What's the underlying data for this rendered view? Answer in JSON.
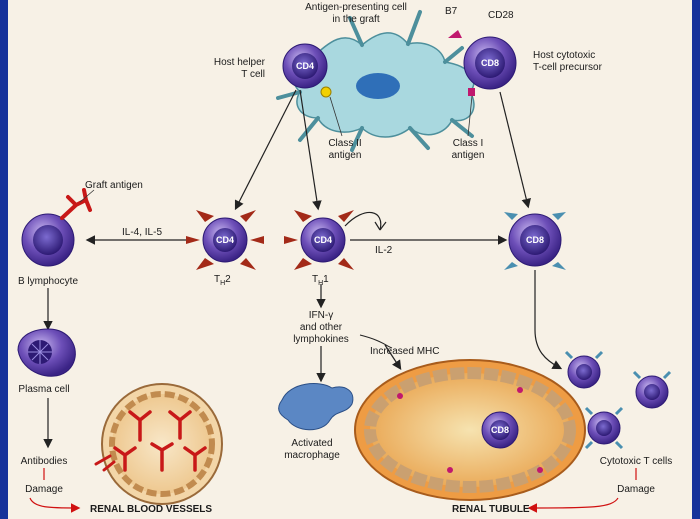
{
  "labels": {
    "apc": [
      "Antigen-presenting cell",
      "in the graft"
    ],
    "b7": "B7",
    "cd28": "CD28",
    "host_helper": [
      "Host helper",
      "T cell"
    ],
    "host_cytotoxic": [
      "Host cytotoxic",
      "T-cell precursor"
    ],
    "class2": [
      "Class II",
      "antigen"
    ],
    "class1": [
      "Class I",
      "antigen"
    ],
    "graft_antigen": "Graft antigen",
    "il4_il5": "IL-4, IL-5",
    "il2": "IL-2",
    "b_lymphocyte": "B lymphocyte",
    "th2_main": "T",
    "th2_sub": "H",
    "th2_tail": "2",
    "th1_main": "T",
    "th1_sub": "H",
    "th1_tail": "1",
    "ifn": [
      "IFN-γ",
      "and other",
      "lymphokines"
    ],
    "increased_mhc": "Increased MHC",
    "plasma_cell": "Plasma cell",
    "antibodies": "Antibodies",
    "damage_left": "Damage",
    "renal_blood_vessels": "RENAL BLOOD VESSELS",
    "activated_macrophage": [
      "Activated",
      "macrophage"
    ],
    "renal_tubule": "RENAL TUBULE",
    "cytotoxic_t_cells": "Cytotoxic T cells",
    "damage_right": "Damage"
  },
  "cell_markers": {
    "cd4": "CD4",
    "cd8": "CD8"
  },
  "colors": {
    "frame": "#16329a",
    "panel": "#f7f1e6",
    "cell_purple": "#5b3c9e",
    "cell_core": "#3b2680",
    "apc": "#9ed0d8",
    "tubule_fill": "#f0b45c",
    "damage_red": "#d01010"
  }
}
